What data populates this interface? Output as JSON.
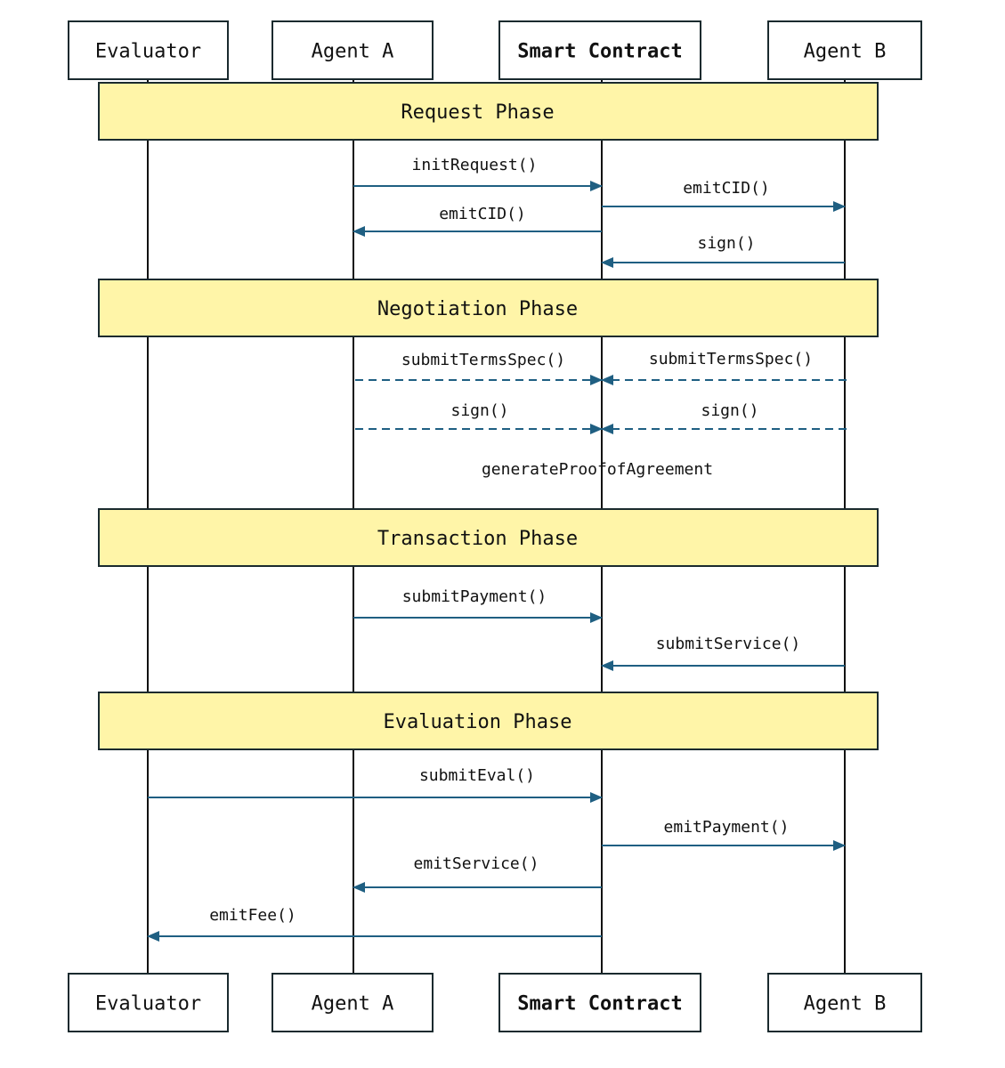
{
  "colors": {
    "arrow": "#1f5f82",
    "phase_fill": "#fff5a8",
    "box_stroke": "#1a2a2e",
    "lifeline": "#111111"
  },
  "actors": [
    {
      "id": "evaluator",
      "label": "Evaluator",
      "bold": false
    },
    {
      "id": "agent_a",
      "label": "Agent A",
      "bold": false
    },
    {
      "id": "contract",
      "label": "Smart Contract",
      "bold": true
    },
    {
      "id": "agent_b",
      "label": "Agent B",
      "bold": false
    }
  ],
  "phases": [
    {
      "id": "request",
      "label": "Request Phase"
    },
    {
      "id": "negotiation",
      "label": "Negotiation Phase"
    },
    {
      "id": "transaction",
      "label": "Transaction Phase"
    },
    {
      "id": "evaluation",
      "label": "Evaluation Phase"
    }
  ],
  "messages": [
    {
      "id": "m1",
      "label": "initRequest()",
      "from": "agent_a",
      "to": "contract",
      "style": "solid"
    },
    {
      "id": "m2",
      "label": "emitCID()",
      "from": "contract",
      "to": "agent_b",
      "style": "solid"
    },
    {
      "id": "m3",
      "label": "emitCID()",
      "from": "contract",
      "to": "agent_a",
      "style": "solid"
    },
    {
      "id": "m4",
      "label": "sign()",
      "from": "agent_b",
      "to": "contract",
      "style": "solid"
    },
    {
      "id": "m5",
      "label": "submitTermsSpec()",
      "from": "agent_a",
      "to": "contract",
      "style": "dashed"
    },
    {
      "id": "m6",
      "label": "submitTermsSpec()",
      "from": "agent_b",
      "to": "contract",
      "style": "dashed"
    },
    {
      "id": "m7",
      "label": "sign()",
      "from": "agent_a",
      "to": "contract",
      "style": "dashed"
    },
    {
      "id": "m8",
      "label": "sign()",
      "from": "agent_b",
      "to": "contract",
      "style": "dashed"
    },
    {
      "id": "m9",
      "label": "submitPayment()",
      "from": "agent_a",
      "to": "contract",
      "style": "solid"
    },
    {
      "id": "m10",
      "label": "submitService()",
      "from": "agent_b",
      "to": "contract",
      "style": "solid"
    },
    {
      "id": "m11",
      "label": "submitEval()",
      "from": "evaluator",
      "to": "contract",
      "style": "solid"
    },
    {
      "id": "m12",
      "label": "emitPayment()",
      "from": "contract",
      "to": "agent_b",
      "style": "solid"
    },
    {
      "id": "m13",
      "label": "emitService()",
      "from": "contract",
      "to": "agent_a",
      "style": "solid"
    },
    {
      "id": "m14",
      "label": "emitFee()",
      "from": "contract",
      "to": "evaluator",
      "style": "solid"
    }
  ],
  "notes": [
    {
      "id": "n1",
      "label": "generateProofofAgreement"
    }
  ]
}
